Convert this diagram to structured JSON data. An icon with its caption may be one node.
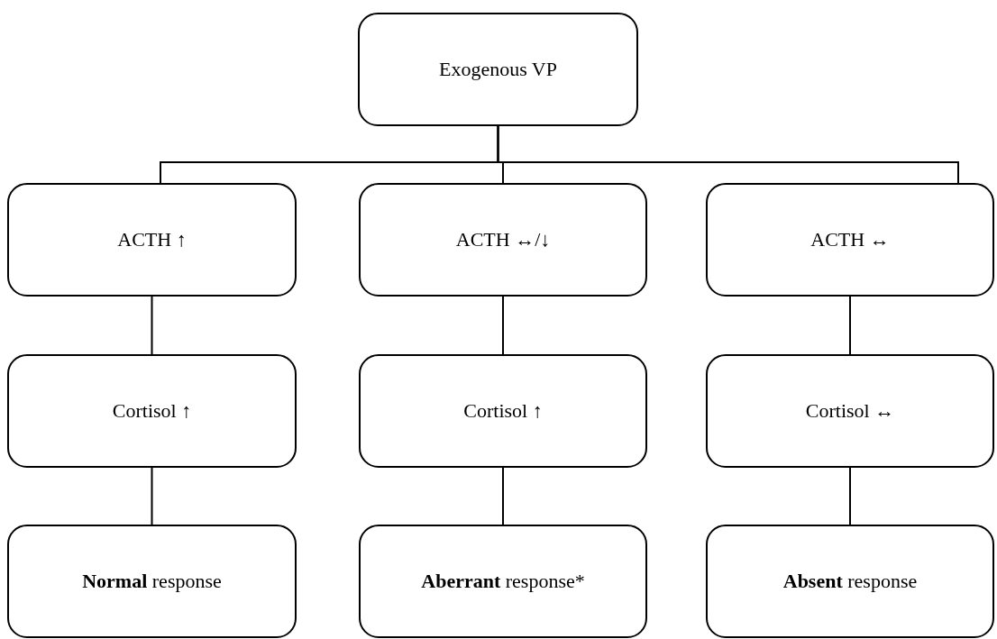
{
  "diagram": {
    "nodes": [
      {
        "text": [
          "Exogenous VP"
        ]
      },
      {
        "text": [
          "ACTH ↑"
        ]
      },
      {
        "text": [
          "ACTH ↔/↓"
        ]
      },
      {
        "text": [
          "ACTH ↔"
        ]
      },
      {
        "text": [
          "Cortisol ↑"
        ]
      },
      {
        "text": [
          "Cortisol ↑"
        ]
      },
      {
        "text": [
          "Cortisol ↔"
        ]
      },
      {
        "text": [
          "**Normal** response"
        ]
      },
      {
        "text": [
          "**Aberrant** response*"
        ]
      },
      {
        "text": [
          "**Absent** response"
        ]
      }
    ],
    "edges": [
      {
        "from": 0,
        "to": 1,
        "arrow": "none"
      },
      {
        "from": 0,
        "to": 2,
        "arrow": "none"
      },
      {
        "from": 0,
        "to": 3,
        "arrow": "none"
      },
      {
        "from": 1,
        "to": 4,
        "arrow": "none"
      },
      {
        "from": 2,
        "to": 5,
        "arrow": "none"
      },
      {
        "from": 3,
        "to": 6,
        "arrow": "none"
      },
      {
        "from": 4,
        "to": 7,
        "arrow": "none"
      },
      {
        "from": 5,
        "to": 8,
        "arrow": "none"
      },
      {
        "from": 6,
        "to": 9,
        "arrow": "none"
      }
    ]
  }
}
